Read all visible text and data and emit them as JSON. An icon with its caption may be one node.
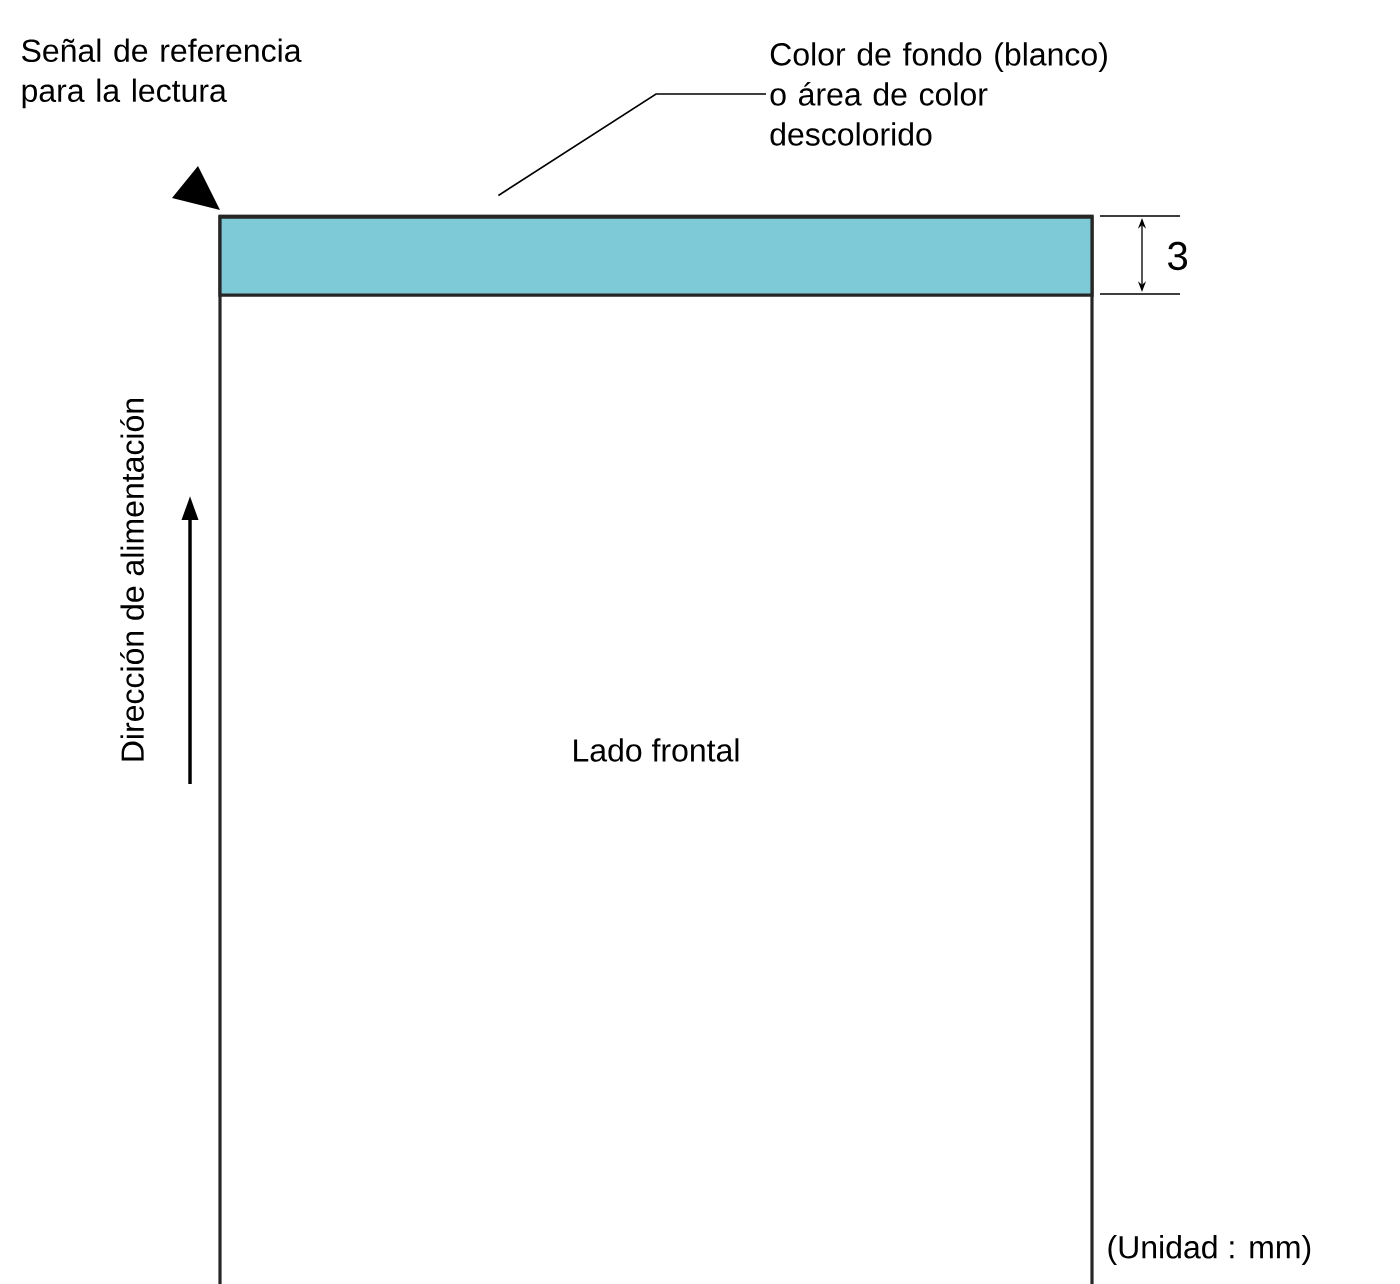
{
  "diagram": {
    "nodes": [
      {
        "text": [
          "Lado frontal"
        ]
      },
      {
        "text": [],
        "shape": "bar",
        "in": 0
      },
      {
        "text": [
          "Color de fondo (blanco) o área de color descolorido"
        ]
      }
    ],
    "edges": [
      {
        "from": 2,
        "to": 1,
        "arrow": "none"
      }
    ],
    "labels": [
      "Señal de referencia para la lectura",
      "3",
      "Dirección de alimentación",
      "(Unidad : mm)"
    ]
  }
}
